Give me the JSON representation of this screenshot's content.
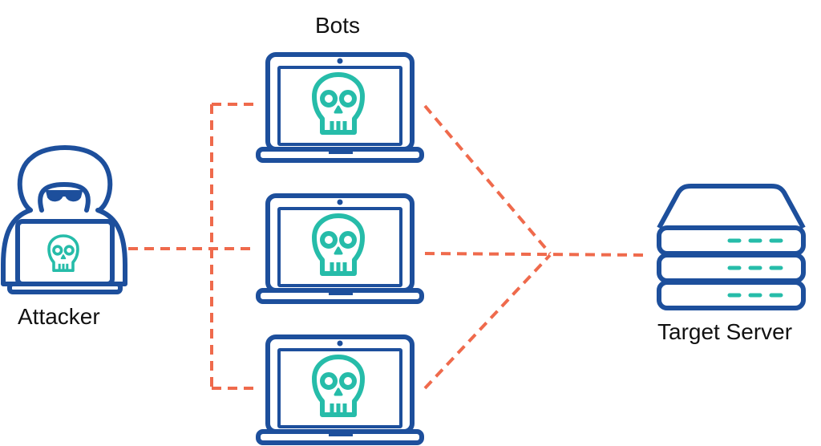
{
  "labels": {
    "bots": "Bots",
    "attacker": "Attacker",
    "target_server": "Target Server"
  },
  "icons": {
    "attacker": "hooded-hacker-icon",
    "bot": "laptop-skull-icon",
    "server": "server-stack-icon"
  },
  "colors": {
    "outline": "#1d4f9c",
    "skull": "#26bca9",
    "connector": "#ef6a4c",
    "text": "#111111"
  }
}
